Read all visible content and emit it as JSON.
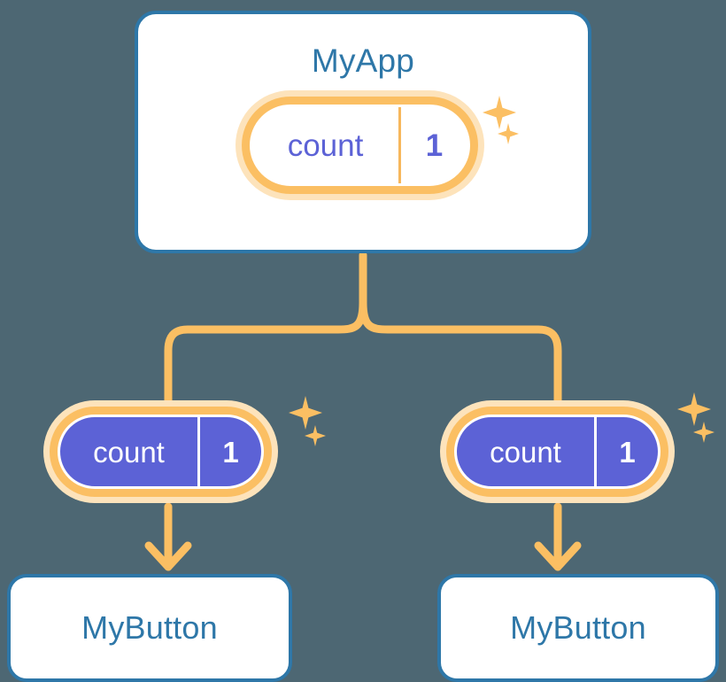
{
  "theme": {
    "background": "#4d6773",
    "card_bg": "#ffffff",
    "card_border": "#2e77a8",
    "title_color": "#2e77a8",
    "accent_orange": "#fbbf63",
    "accent_orange_soft": "#fde3bb",
    "pill_purple": "#5c62d6",
    "pill_text_light": "#ffffff"
  },
  "diagram": {
    "type": "component-state-tree",
    "root": {
      "name": "app-card",
      "title": "MyApp",
      "state": {
        "key": "count",
        "value": "1",
        "style": "hollow"
      },
      "sparkles": 2
    },
    "children": [
      {
        "name": "button-branch-left",
        "state": {
          "key": "count",
          "value": "1",
          "style": "solid"
        },
        "sparkles": 2,
        "card": {
          "title": "MyButton"
        }
      },
      {
        "name": "button-branch-right",
        "state": {
          "key": "count",
          "value": "1",
          "style": "solid"
        },
        "sparkles": 2,
        "card": {
          "title": "MyButton"
        }
      }
    ]
  },
  "icons": {
    "sparkle": "sparkle-icon",
    "arrow_down": "arrow-down-icon",
    "branch": "branch-connector-icon"
  }
}
